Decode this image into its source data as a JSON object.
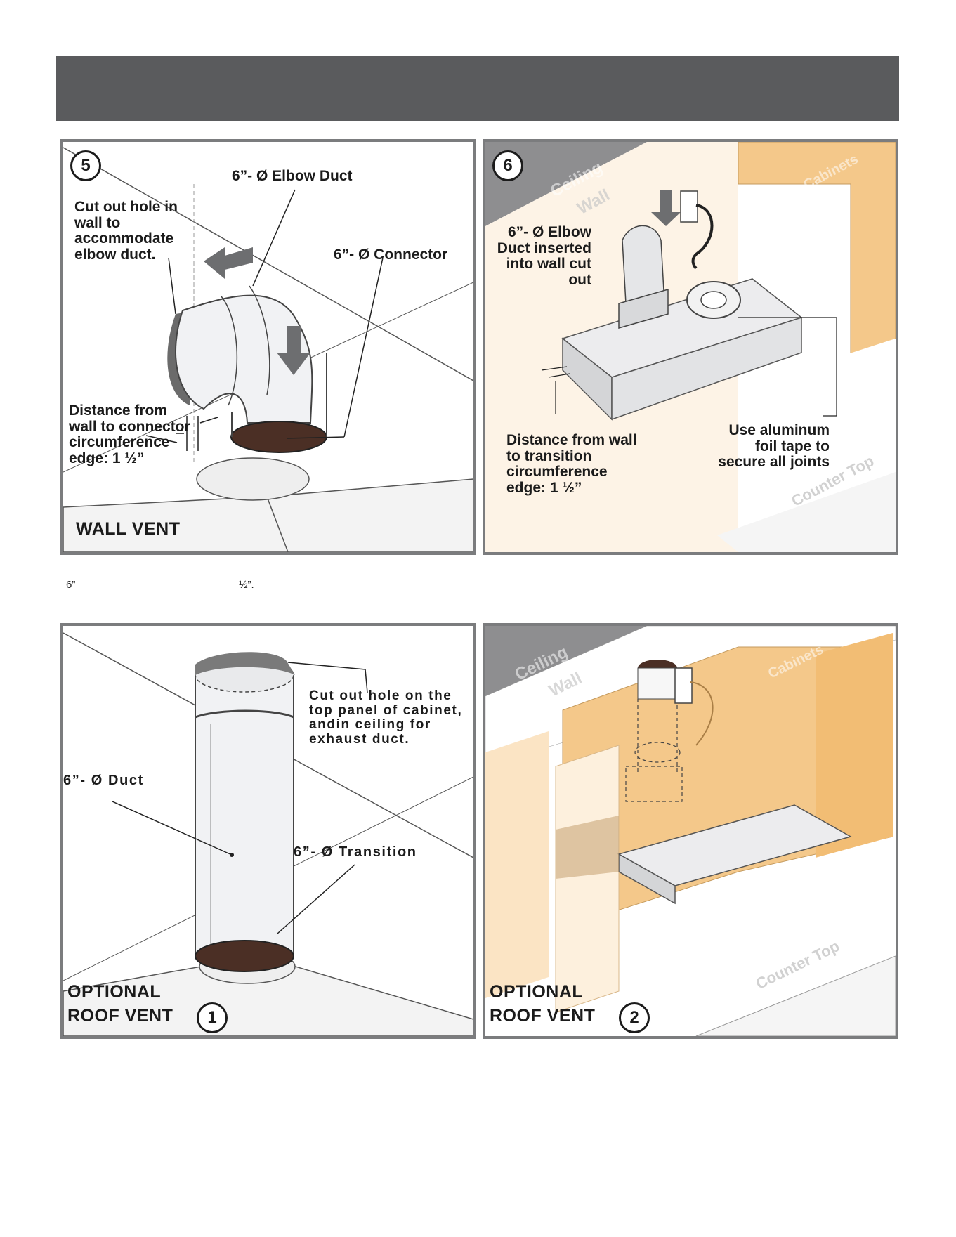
{
  "panel5": {
    "step": "5",
    "elbow_label": "6”- Ø Elbow Duct",
    "cut_label": "Cut out hole in wall to accommodate elbow duct.",
    "connector_label": "6”- Ø Connector",
    "distance_label": "Distance from wall to connector circumference edge: 1 ½”",
    "title": "WALL VENT"
  },
  "panel6": {
    "step": "6",
    "ceiling": "Ceiling",
    "wall": "Wall",
    "cabinets": "Cabinets",
    "elbow_label": "6”- Ø Elbow Duct inserted into wall cut out",
    "distance_label": "Distance from wall to transition circumference edge: 1 ½”",
    "tape_label": "Use aluminum foil tape to secure all joints",
    "counter": "Counter Top"
  },
  "caption": {
    "left": "6”",
    "right": "½”."
  },
  "panel7": {
    "cut_label": "Cut out hole on the top panel of cabinet, andin ceiling for exhaust duct.",
    "duct_label": "6”- Ø Duct",
    "transition_label": "6”- Ø Transition",
    "title_line1": "OPTIONAL",
    "title_line2": "ROOF VENT",
    "badge": "1"
  },
  "panel8": {
    "ceiling": "Ceiling",
    "wall": "Wall",
    "cabinets": "Cabinets",
    "counter": "Counter Top",
    "title_line1": "OPTIONAL",
    "title_line2": "ROOF VENT",
    "badge": "2"
  },
  "colors": {
    "header": "#5a5b5d",
    "cabinet": "#f4c88a",
    "ceiling": "#8e8e90",
    "metal": "#e8e9eb",
    "duct_dark": "#4b2f25"
  }
}
